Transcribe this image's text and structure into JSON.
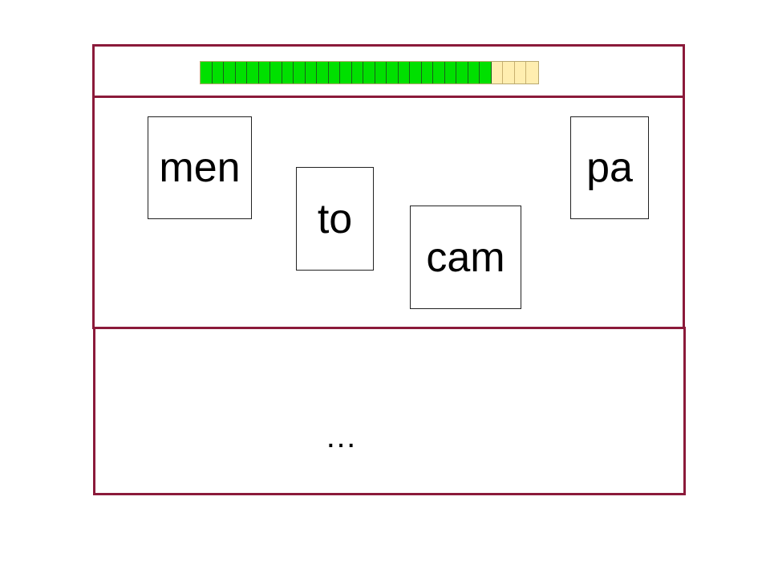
{
  "progress": {
    "total_segments": 29,
    "filled_segments": 25,
    "fraction": 0.862,
    "filled_color": "#00e000",
    "empty_color": "#ffeeb0"
  },
  "frame_color": "#8b1a3a",
  "cards": [
    {
      "label": "men"
    },
    {
      "label": "to"
    },
    {
      "label": "cam"
    },
    {
      "label": "pa"
    }
  ],
  "answer": {
    "text": "…"
  }
}
